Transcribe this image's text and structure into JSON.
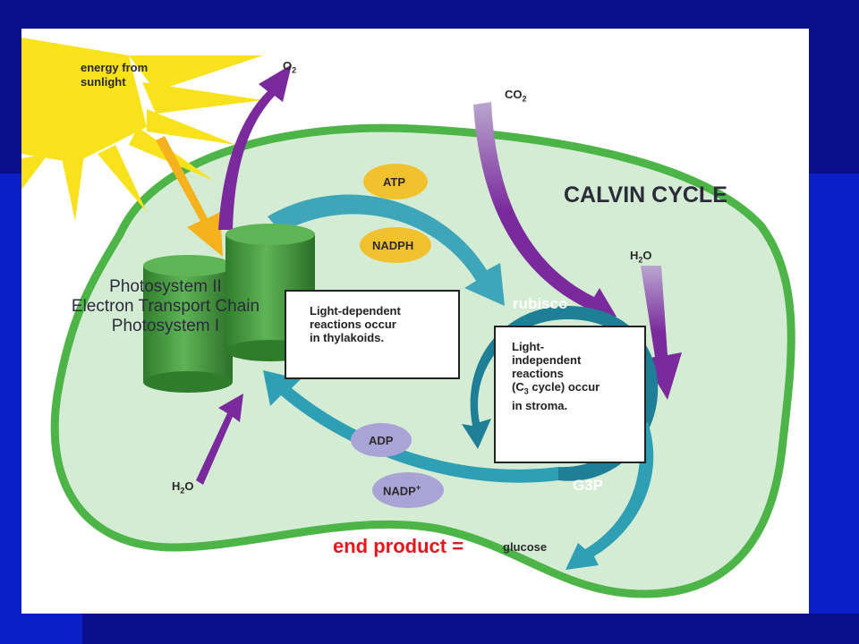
{
  "slide": {
    "colors": {
      "background": "#0a0f8c",
      "band": "#0b1fc8",
      "panel": "#ffffff"
    }
  },
  "diagram": {
    "colors": {
      "chloroplast_border": "#4db547",
      "stroma": "#d4ecd3",
      "thylakoid": "#3f9b3a",
      "sun": "#f7e21b",
      "purple_arrow": "#7a2a9c",
      "teal_arrow": "#2e9fb5",
      "atp_oval": "#f2c22e",
      "adp_oval": "#a9a3d6",
      "end_product_red": "#e8151d"
    },
    "sunlight_label": "energy from\nsunlight",
    "o2_label": "O",
    "o2_sub": "2",
    "co2_label": "CO",
    "co2_sub": "2",
    "calvin_title": "CALVIN CYCLE",
    "h2o_right_label": "H",
    "h2o_right_sub": "2",
    "h2o_right_suffix": "O",
    "h2o_left_label": "H",
    "h2o_left_sub": "2",
    "h2o_left_suffix": "O",
    "atp_label": "ATP",
    "nadph_label": "NADPH",
    "adp_label": "ADP",
    "nadp_label": "NADP",
    "nadp_sup": "+",
    "rubisco_label": "rubisco",
    "g3p_label": "G3P",
    "photosystem_lines": [
      "Photosystem II",
      "Electron Transport Chain",
      "Photosystem I"
    ],
    "light_dependent_text": "Light-dependent\nreactions occur\nin thylakoids.",
    "light_independent_pre": "Light-\nindependent\nreactions\n(C",
    "light_independent_sub": "3",
    "light_independent_post": " cycle) occur\nin stroma.",
    "end_product_label": "end product =",
    "glucose_label": "glucose"
  }
}
